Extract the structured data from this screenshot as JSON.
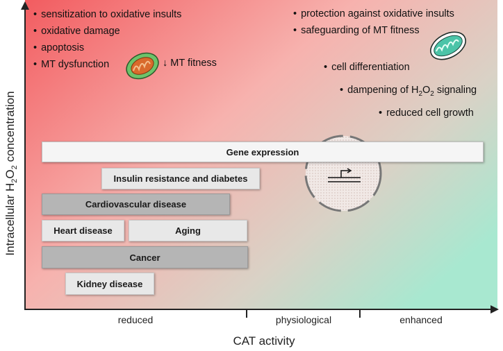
{
  "axes": {
    "y_label_pre": "Intracellular H",
    "y_label_sub": "2",
    "y_label_mid": "O",
    "y_label_sub2": "2",
    "y_label_post": " concentration",
    "x_label": "CAT activity",
    "x_categories": [
      "reduced",
      "physiological",
      "enhanced"
    ]
  },
  "left_effects": [
    "sensitization to oxidative insults",
    "oxidative damage",
    "apoptosis",
    "MT dysfunction"
  ],
  "fitness_down": "↓ MT fitness",
  "right_effects": {
    "protection": "protection against oxidative insults",
    "safeguarding": "safeguarding of MT fitness",
    "differentiation": "cell differentiation",
    "dampening_pre": "dampening of H",
    "dampening_sub": "2",
    "dampening_mid": "O",
    "dampening_sub2": "2",
    "dampening_post": " signaling",
    "growth": "reduced cell growth"
  },
  "conditions": {
    "gene_expression": "Gene expression",
    "insulin": "Insulin resistance and diabetes",
    "cardiovascular": "Cardiovascular disease",
    "heart": "Heart disease",
    "aging": "Aging",
    "cancer": "Cancer",
    "kidney": "Kidney disease"
  },
  "colors": {
    "high_oxidative": "#f25c60",
    "mid": "#f7b2ae",
    "low_oxidative": "#a8e8d0",
    "mito_damaged": "#d96a2c",
    "mito_healthy": "#4cc4a8"
  },
  "icons": [
    "damaged-mitochondrion-icon",
    "healthy-mitochondrion-icon",
    "gene-transcription-icon"
  ]
}
